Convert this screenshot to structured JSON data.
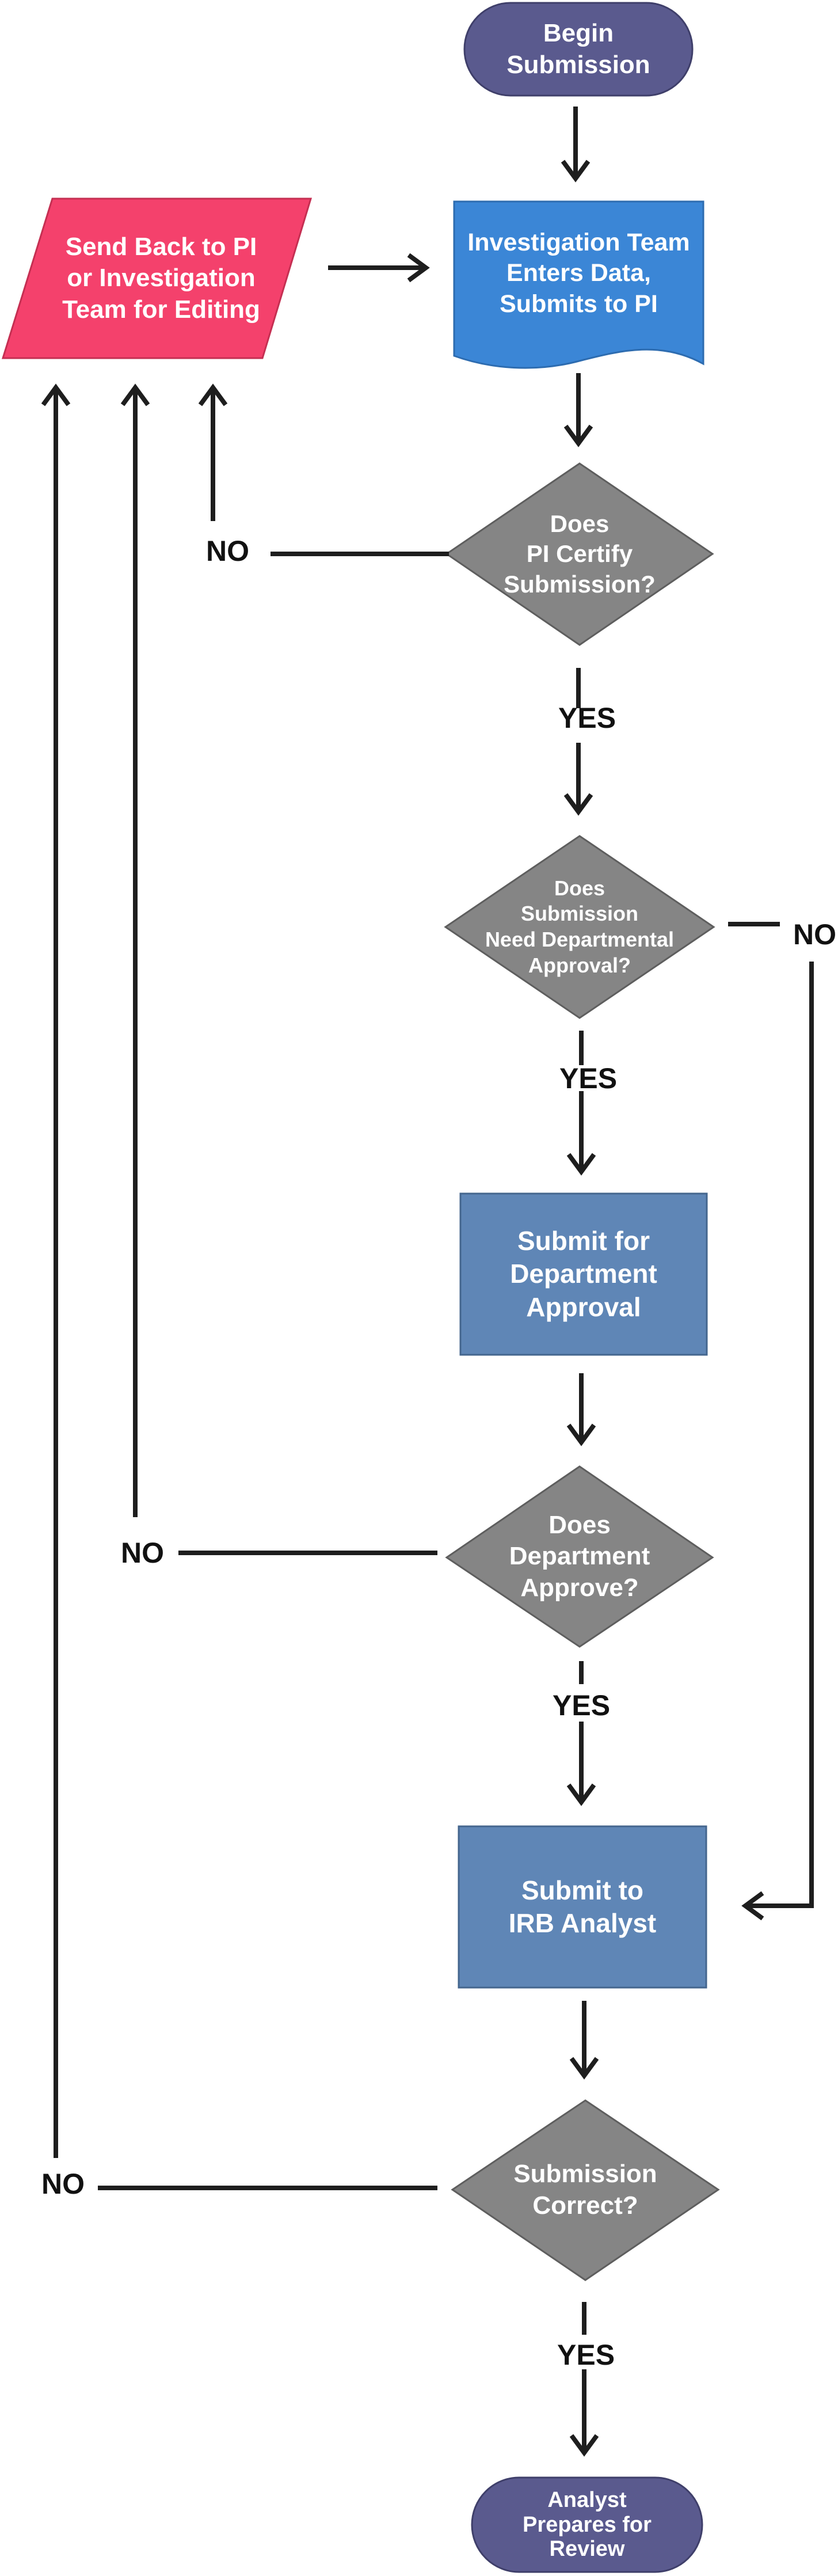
{
  "colors": {
    "start_end": "#5a5a8e",
    "edit_node": "#f4416c",
    "data_entry": "#3b86d6",
    "process": "#5f86b6",
    "decision": "#858585",
    "arrow": "#1e1e1e"
  },
  "nodes": {
    "begin": "Begin\nSubmission",
    "send_back": "Send Back to PI\nor Investigation\nTeam for Editing",
    "enter_data": "Investigation Team\nEnters Data,\nSubmits to PI",
    "pi_certify": "Does\nPI Certify\nSubmission?",
    "need_dept": "Does\nSubmission\nNeed Departmental\nApproval?",
    "submit_dept": "Submit for\nDepartment\nApproval",
    "dept_approve": "Does\nDepartment\nApprove?",
    "submit_irb": "Submit to\nIRB Analyst",
    "correct": "Submission\nCorrect?",
    "analyst": "Analyst\nPrepares for\nReview"
  },
  "edges": {
    "pi_no": "NO",
    "pi_yes": "YES",
    "need_yes": "YES",
    "need_no": "NO",
    "dept_no": "NO",
    "dept_yes": "YES",
    "correct_no": "NO",
    "correct_yes": "YES"
  }
}
